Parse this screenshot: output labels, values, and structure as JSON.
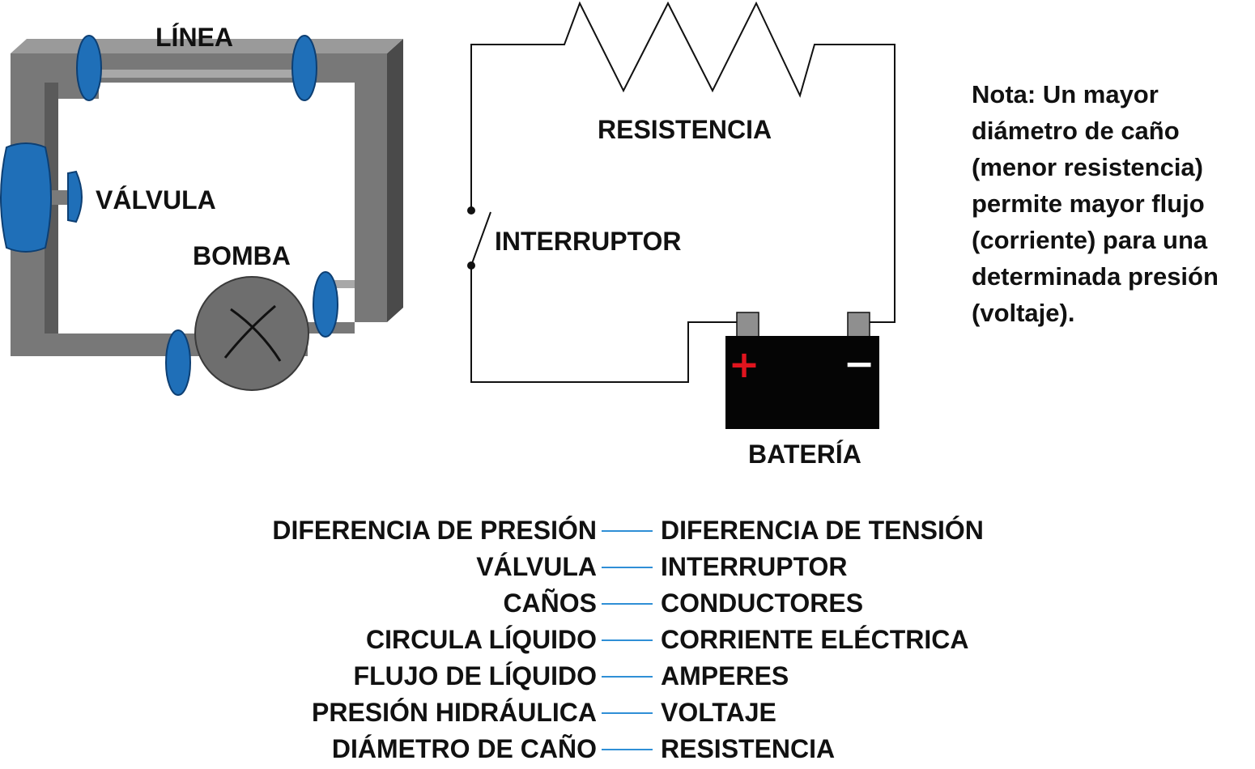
{
  "colors": {
    "pipe_front": "#787878",
    "pipe_top": "#9a9a9a",
    "pipe_side": "#4a4a4a",
    "flange": "#1f6fb8",
    "battery": "#050505",
    "terminal": "#8f8f8f",
    "plus": "#e0141e",
    "connector": "#2f8fd6"
  },
  "hydraulic": {
    "linea": "LÍNEA",
    "valvula": "VÁLVULA",
    "bomba": "BOMBA"
  },
  "electric": {
    "resistencia": "RESISTENCIA",
    "interruptor": "INTERRUPTOR",
    "bateria": "BATERÍA",
    "plus": "+",
    "minus": "−"
  },
  "note": {
    "lines": [
      "Nota: Un mayor",
      "diámetro de caño",
      "(menor resistencia)",
      "permite mayor flujo",
      "(corriente) para una",
      "determinada presión",
      "(voltaje)."
    ]
  },
  "equivalences": [
    {
      "left": "DIFERENCIA DE PRESIÓN",
      "right": "DIFERENCIA DE TENSIÓN"
    },
    {
      "left": "VÁLVULA",
      "right": "INTERRUPTOR"
    },
    {
      "left": "CAÑOS",
      "right": "CONDUCTORES"
    },
    {
      "left": "CIRCULA LÍQUIDO",
      "right": "CORRIENTE ELÉCTRICA"
    },
    {
      "left": "FLUJO DE LÍQUIDO",
      "right": "AMPERES"
    },
    {
      "left": "PRESIÓN HIDRÁULICA",
      "right": "VOLTAJE"
    },
    {
      "left": "DIÁMETRO DE CAÑO",
      "right": "RESISTENCIA"
    }
  ]
}
